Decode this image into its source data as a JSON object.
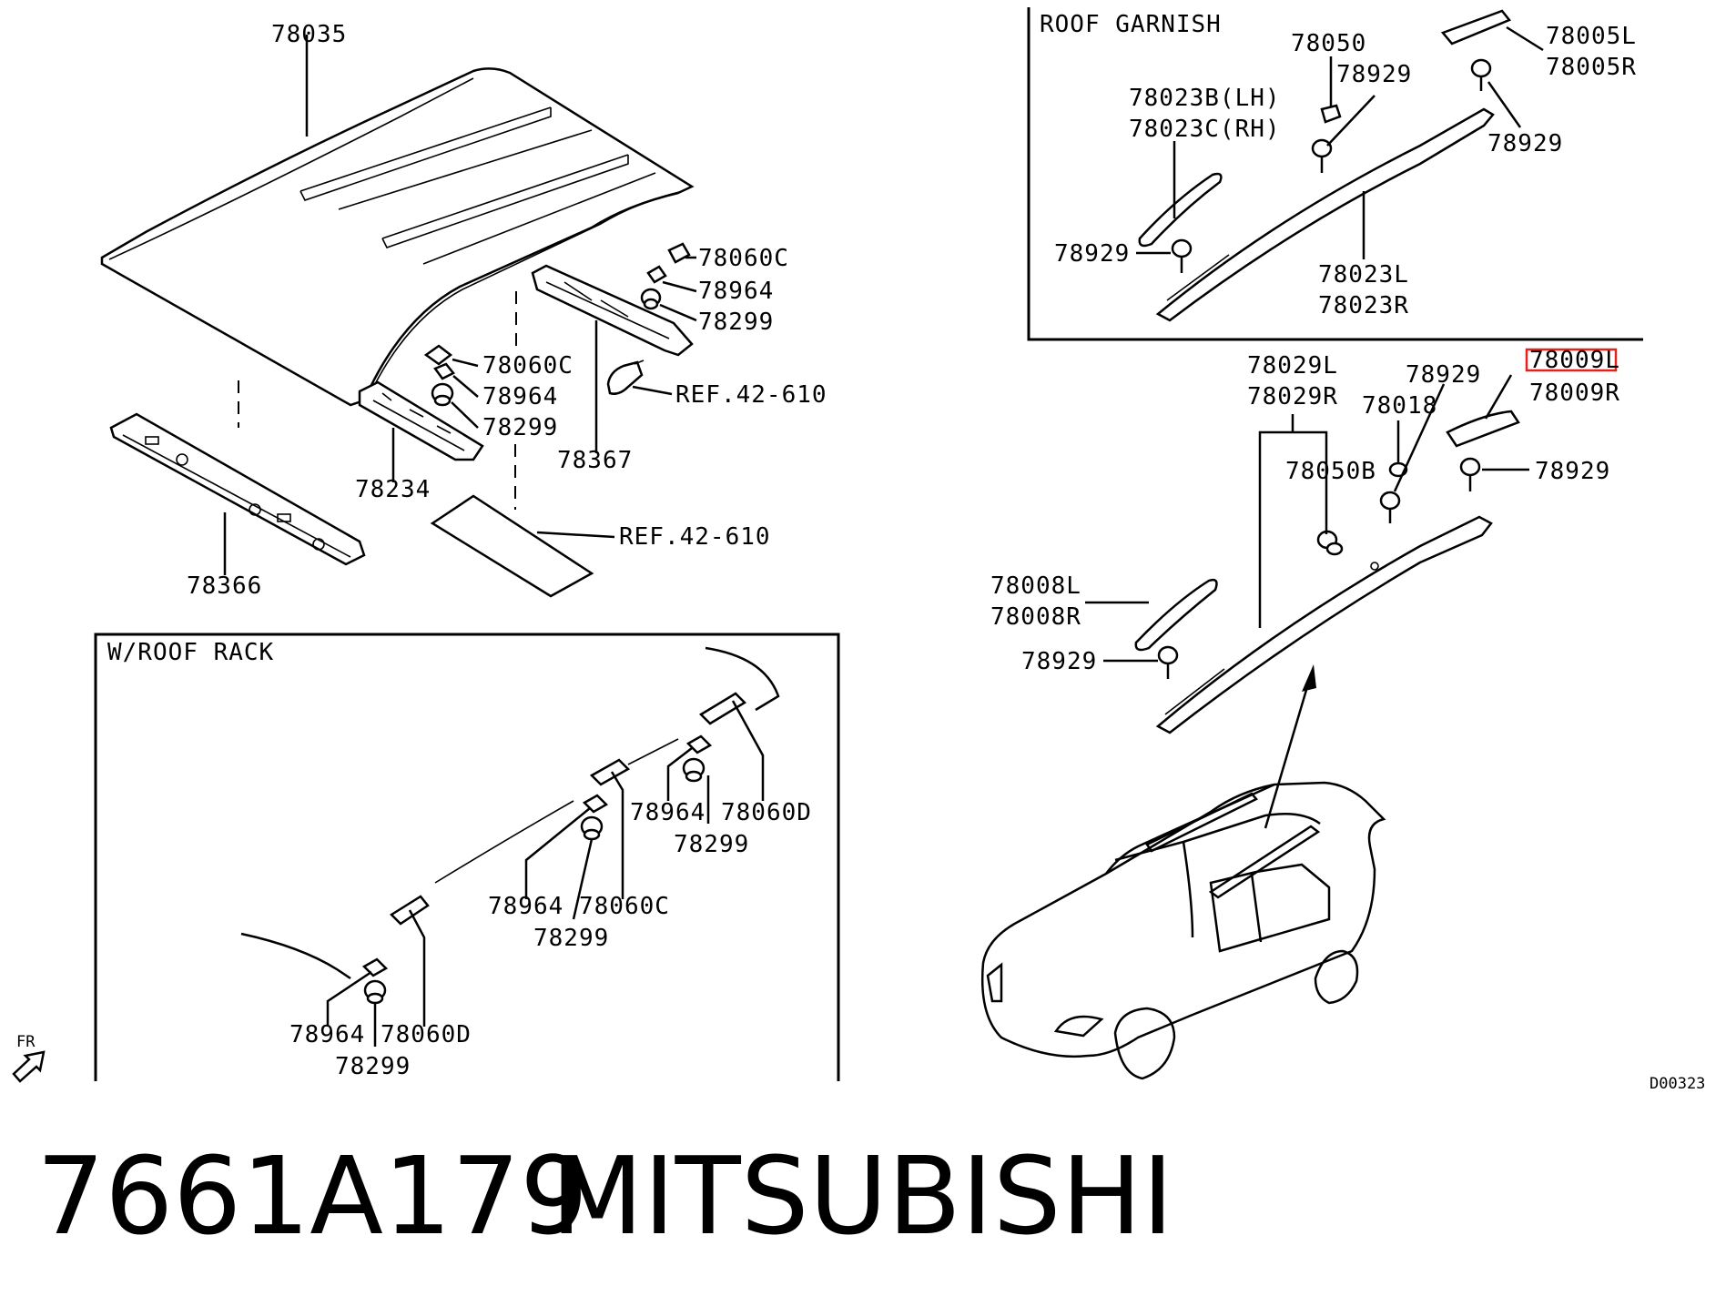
{
  "sections": {
    "roof_garnish": "ROOF GARNISH",
    "roof_rack": "W/ROOF RACK"
  },
  "labels": {
    "l78035": "78035",
    "l78060C_a": "78060C",
    "l78964_a": "78964",
    "l78299_a": "78299",
    "l78060C_b": "78060C",
    "l78964_b": "78964",
    "l78299_b": "78299",
    "ref_a": "REF.42-610",
    "l78367": "78367",
    "l78234": "78234",
    "ref_b": "REF.42-610",
    "l78366": "78366",
    "l78050": "78050",
    "l78929_g1": "78929",
    "l78005L": "78005L",
    "l78005R": "78005R",
    "l78929_g2": "78929",
    "l78023B": "78023B(LH)",
    "l78023C": "78023C(RH)",
    "l78929_g3": "78929",
    "l78023L": "78023L",
    "l78023R": "78023R",
    "l78029L": "78029L",
    "l78029R": "78029R",
    "l78929_r1": "78929",
    "l78009L": "78009L",
    "l78009R": "78009R",
    "l78018": "78018",
    "l78050B": "78050B",
    "l78929_r2": "78929",
    "l78008L": "78008L",
    "l78008R": "78008R",
    "l78929_r3": "78929",
    "l78964_k1": "78964",
    "l78060D_k1": "78060D",
    "l78299_k1": "78299",
    "l78964_k2": "78964",
    "l78060C_k2": "78060C",
    "l78299_k2": "78299",
    "l78964_k3": "78964",
    "l78060D_k3": "78060D",
    "l78299_k3": "78299",
    "fr": "FR",
    "diagram_code": "D00323"
  },
  "highlight_color": "#e8201c",
  "caption": {
    "part_number": "7661A179",
    "brand": "MITSUBISHI"
  }
}
